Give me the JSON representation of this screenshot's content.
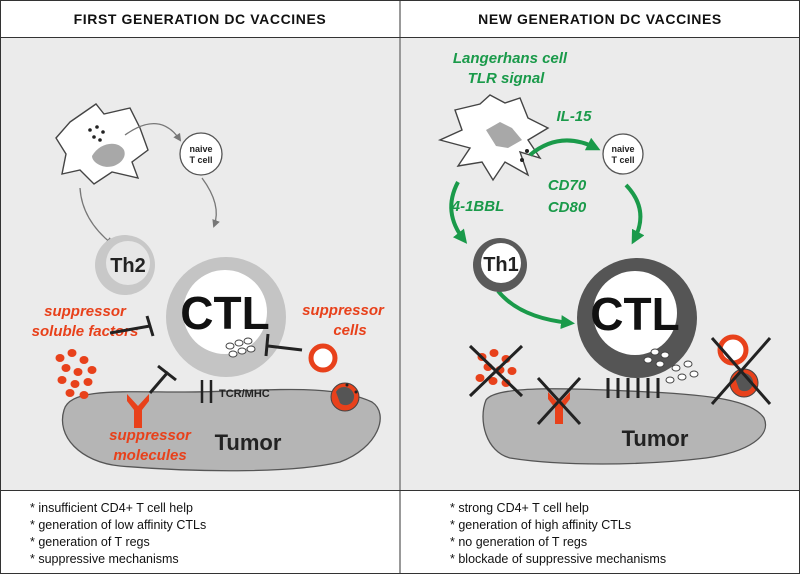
{
  "left": {
    "title": "FIRST GENERATION DC VACCINES",
    "naive_cell": [
      "naive",
      "T cell"
    ],
    "th_cell": "Th2",
    "ctl": "CTL",
    "tumor": "Tumor",
    "tcr_label": "TCR/MHC",
    "suppressor_soluble": [
      "suppressor",
      "soluble factors"
    ],
    "suppressor_cells": [
      "suppressor",
      "cells"
    ],
    "suppressor_molecules": [
      "suppressor",
      "molecules"
    ],
    "bullets": [
      "* insufficient CD4+ T cell help",
      "* generation of low affinity CTLs",
      "* generation of T regs",
      "* suppressive mechanisms"
    ]
  },
  "right": {
    "title": "NEW GENERATION DC VACCINES",
    "langerhans": [
      "Langerhans cell",
      "TLR signal"
    ],
    "il15": "IL-15",
    "cd70": "CD70",
    "cd80": "CD80",
    "bbl": "4-1BBL",
    "naive_cell": [
      "naive",
      "T cell"
    ],
    "th_cell": "Th1",
    "ctl": "CTL",
    "tumor": "Tumor",
    "bullets": [
      "* strong CD4+ T cell help",
      "* generation of high affinity CTLs",
      "* no generation of T regs",
      "* blockade of suppressive mechanisms"
    ]
  },
  "colors": {
    "green": "#1a9a4a",
    "red": "#e8411b",
    "panel_bg": "#ebebeb",
    "tumor_fill": "#b5b5b5"
  }
}
